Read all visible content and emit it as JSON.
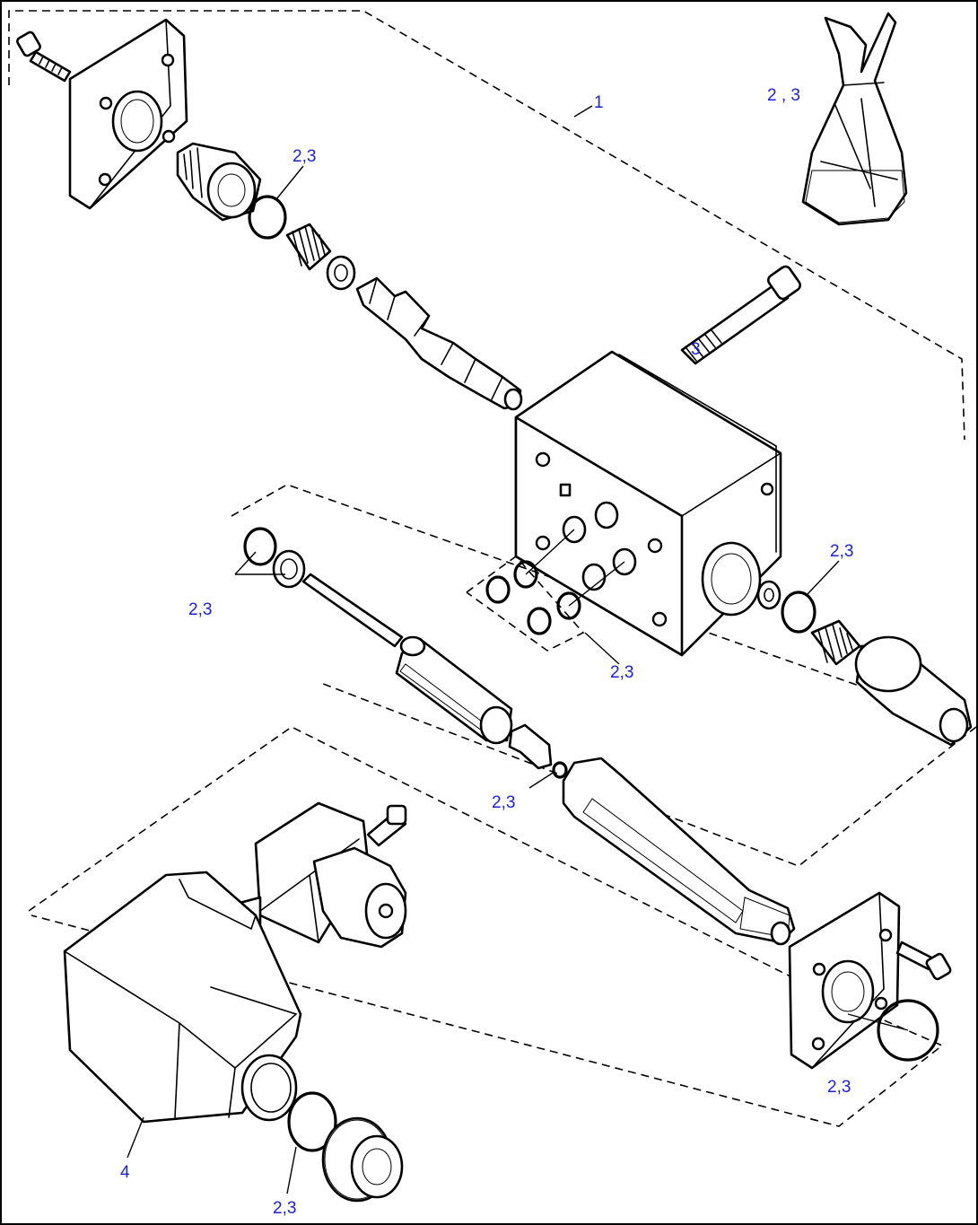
{
  "callouts": {
    "main_assembly": "1",
    "bag_kit": "2 , 3",
    "top_oring": "2,3",
    "spool_bolt": "3",
    "left_seals": "2,3",
    "port_seals": "2,3",
    "right_oring": "2,3",
    "small_oring": "2,3",
    "right_flange_oring": "2,3",
    "solenoid_housing": "4",
    "bottom_oring": "2,3"
  },
  "colors": {
    "callout_text": "#1e22d2",
    "line_art": "#000000"
  }
}
